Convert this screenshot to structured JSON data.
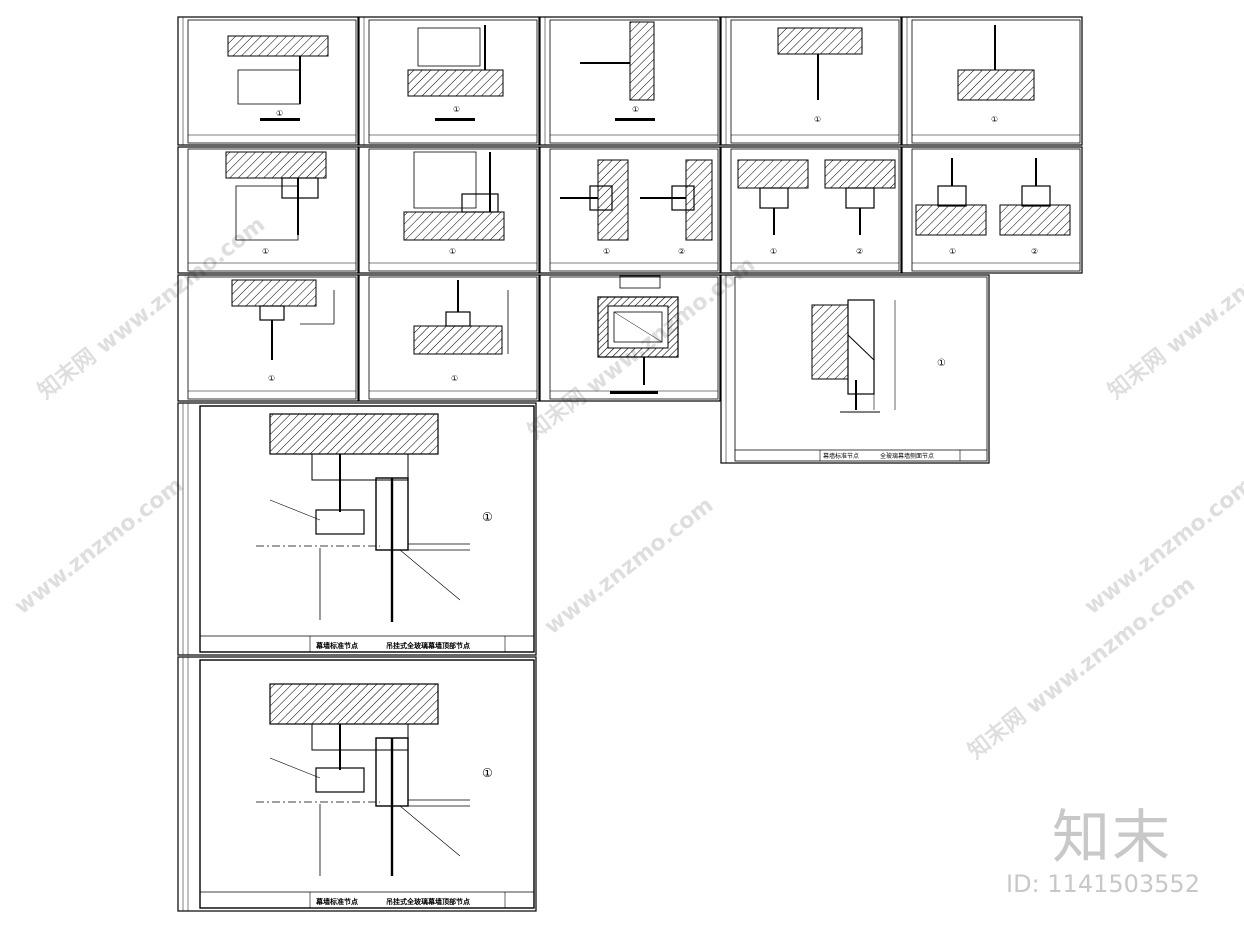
{
  "sheets": {
    "detail_marker": "①",
    "detail_marker_2": "②",
    "large_sheet_1_title_left": "幕墙标准节点",
    "large_sheet_1_title_main": "吊挂式全玻璃幕墙顶部节点",
    "large_sheet_2_title_left": "幕墙标准节点",
    "large_sheet_2_title_main": "吊挂式全玻璃幕墙顶部节点",
    "right_sheet_title_left": "幕墙标准节点",
    "right_sheet_title_main": "全玻璃幕墙侧面节点"
  },
  "watermarks": {
    "site_url": "www.znzmo.com",
    "site_mark": "知末网",
    "brand": "知末",
    "image_id": "ID: 1141503552"
  },
  "colors": {
    "line": "#000000",
    "watermark": "#c8c8c8"
  }
}
